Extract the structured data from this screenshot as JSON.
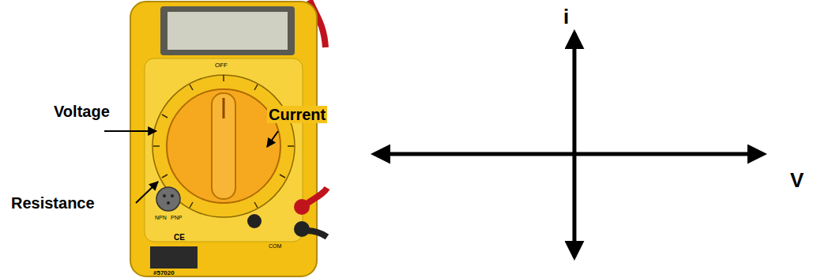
{
  "diagram": {
    "labels": [
      "Voltage",
      "Current",
      "Resistance",
      "i",
      "V",
      "OFF",
      "CE",
      "NPN",
      "PNP",
      "#57020",
      "COM"
    ]
  }
}
